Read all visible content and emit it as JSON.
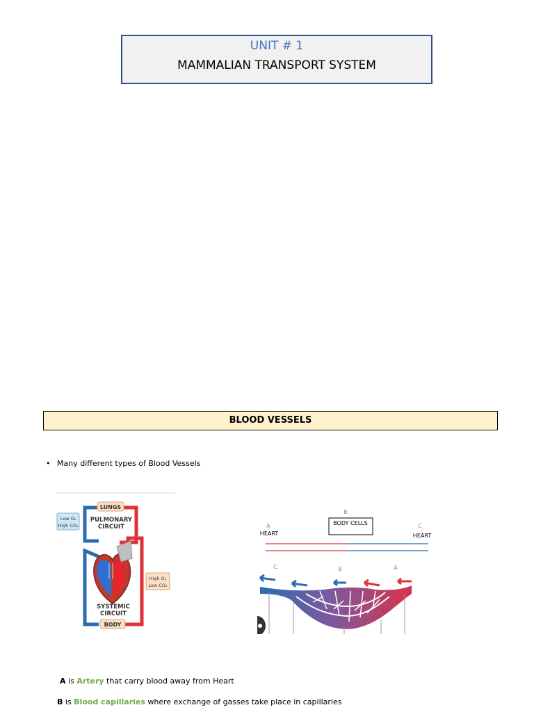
{
  "header": {
    "unit": "UNIT # 1",
    "title": "MAMMALIAN TRANSPORT SYSTEM"
  },
  "section": {
    "title": "BLOOD VESSELS"
  },
  "bullet": {
    "symbol": "•",
    "text": "Many different types of Blood Vessels"
  },
  "heart_figure": {
    "lungs": "LUNGS",
    "pulmonary_line1": "PULMONARY",
    "pulmonary_line2": "CIRCUIT",
    "systemic_line1": "SYSTEMIC",
    "systemic_line2": "CIRCUIT",
    "body": "BODY",
    "left_box_line1": "Low O₂",
    "left_box_line2": "High CO₂",
    "right_box_line1": "High O₂",
    "right_box_line2": "Low CO₂"
  },
  "vessel_figure": {
    "label_b_top": "B",
    "body_cells": "BODY CELLS",
    "label_a_top": "A",
    "heart_left": "HEART",
    "label_c_top": "C",
    "heart_right": "HEART",
    "label_c_bottom": "C",
    "label_b_bottom": "B",
    "label_a_bottom": "A"
  },
  "legend": {
    "a_letter": "A",
    "a_is": " is ",
    "a_term": "Artery",
    "a_desc": " that carry blood away from Heart",
    "b_letter": "B",
    "b_is": " is ",
    "b_term": "Blood capillaries",
    "b_desc": " where exchange of gasses take place in capillaries"
  },
  "colors": {
    "title_unit": "#4472c4",
    "title_border": "#2f4b8f",
    "title_bg": "#f1f1f1",
    "section_bg": "#fff2cc",
    "label_green": "#70ad47",
    "artery_red": "#e0303a",
    "vein_blue": "#2b6cb0"
  }
}
